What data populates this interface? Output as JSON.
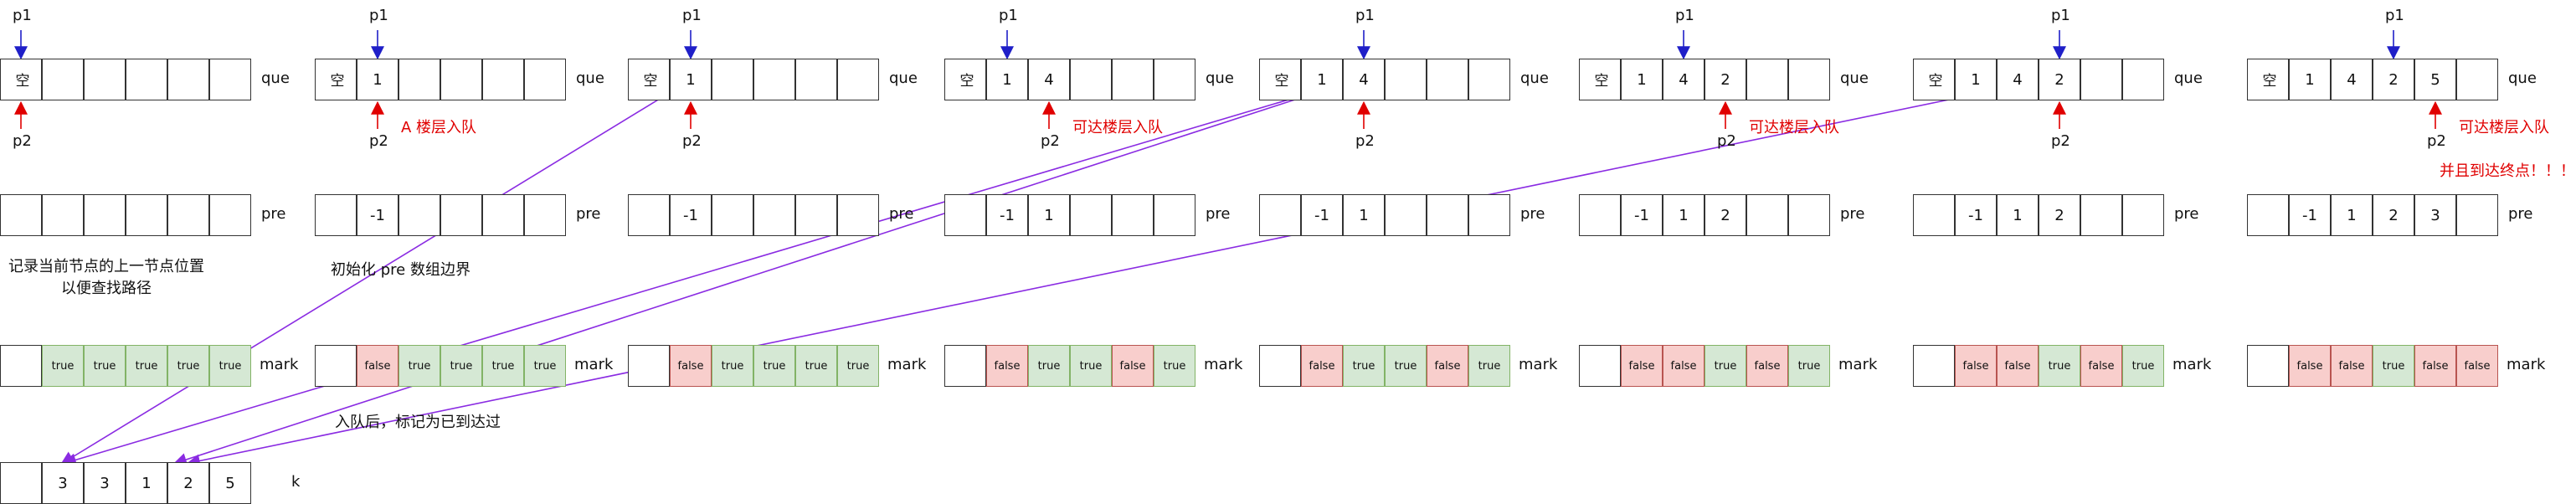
{
  "labels": {
    "p1": "p1",
    "p2": "p2",
    "que": "que",
    "pre": "pre",
    "mark": "mark",
    "k": "k",
    "empty": "空",
    "true_text": "true",
    "false_text": "false"
  },
  "notes": {
    "pre_desc_line1": "记录当前节点的上一节点位置",
    "pre_desc_line2": "以便查找路径",
    "pre_init": "初始化 pre 数组边界",
    "mark_desc": "入队后，标记为已到达过",
    "step1_enqueue": "A 楼层入队",
    "reachable_enqueue": "可达楼层入队",
    "reached_end": "并且到达终点！！！"
  },
  "k_array": [
    "",
    "3",
    "3",
    "1",
    "2",
    "5"
  ],
  "steps": [
    {
      "que": [
        "空",
        "",
        "",
        "",
        "",
        ""
      ],
      "pre": [
        "",
        "",
        "",
        "",
        "",
        ""
      ],
      "mark": [
        null,
        "true",
        "true",
        "true",
        "true",
        "true"
      ],
      "note": ""
    },
    {
      "que": [
        "空",
        "1",
        "",
        "",
        "",
        ""
      ],
      "pre": [
        "",
        "-1",
        "",
        "",
        "",
        ""
      ],
      "mark": [
        null,
        "false",
        "true",
        "true",
        "true",
        "true"
      ],
      "note": "step1_enqueue"
    },
    {
      "que": [
        "空",
        "1",
        "",
        "",
        "",
        ""
      ],
      "pre": [
        "",
        "-1",
        "",
        "",
        "",
        ""
      ],
      "mark": [
        null,
        "false",
        "true",
        "true",
        "true",
        "true"
      ],
      "note": ""
    },
    {
      "que": [
        "空",
        "1",
        "4",
        "",
        "",
        ""
      ],
      "pre": [
        "",
        "-1",
        "1",
        "",
        "",
        ""
      ],
      "mark": [
        null,
        "false",
        "true",
        "true",
        "false",
        "true"
      ],
      "note": "reachable_enqueue"
    },
    {
      "que": [
        "空",
        "1",
        "4",
        "",
        "",
        ""
      ],
      "pre": [
        "",
        "-1",
        "1",
        "",
        "",
        ""
      ],
      "mark": [
        null,
        "false",
        "true",
        "true",
        "false",
        "true"
      ],
      "note": ""
    },
    {
      "que": [
        "空",
        "1",
        "4",
        "2",
        "",
        ""
      ],
      "pre": [
        "",
        "-1",
        "1",
        "2",
        "",
        ""
      ],
      "mark": [
        null,
        "false",
        "false",
        "true",
        "false",
        "true"
      ],
      "note": "reachable_enqueue"
    },
    {
      "que": [
        "空",
        "1",
        "4",
        "2",
        "",
        ""
      ],
      "pre": [
        "",
        "-1",
        "1",
        "2",
        "",
        ""
      ],
      "mark": [
        null,
        "false",
        "false",
        "true",
        "false",
        "true"
      ],
      "note": ""
    },
    {
      "que": [
        "空",
        "1",
        "4",
        "2",
        "5",
        ""
      ],
      "pre": [
        "",
        "-1",
        "1",
        "2",
        "3",
        ""
      ],
      "mark": [
        null,
        "false",
        "false",
        "true",
        "false",
        "false"
      ],
      "note": "reachable_enqueue"
    }
  ],
  "colors": {
    "true_fill": "#d5e8d4",
    "false_fill": "#f8cecc",
    "p1_arrow": "#1f1fc8",
    "p2_arrow": "#e00000",
    "link_line": "#8a2be2"
  }
}
